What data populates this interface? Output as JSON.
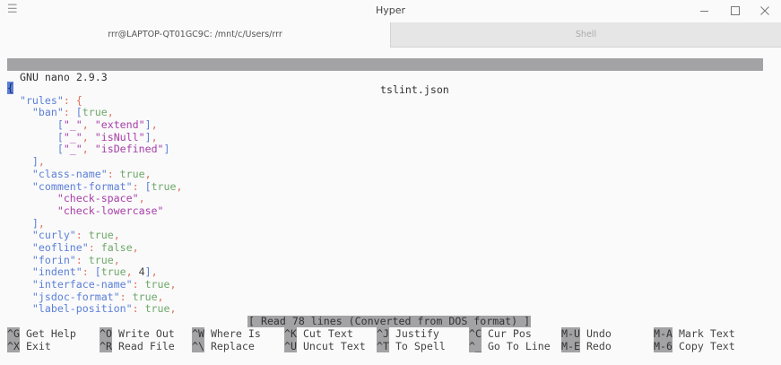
{
  "window": {
    "title": "Hyper",
    "menu_icon": "☰",
    "controls": {
      "minimize": "minimize",
      "maximize": "maximize",
      "close": "×"
    }
  },
  "tabs": [
    {
      "label": "rrr@LAPTOP-QT01GC9C: /mnt/c/Users/rrr",
      "active": true
    },
    {
      "label": "Shell",
      "active": false
    }
  ],
  "nano": {
    "version": "GNU nano 2.9.3",
    "filename": "tslint.json",
    "status_message": "[ Read 78 lines (Converted from DOS format) ]"
  },
  "code_lines": [
    "{",
    "  \"rules\": {",
    "    \"ban\": [true,",
    "        [\"_\", \"extend\"],",
    "        [\"_\", \"isNull\"],",
    "        [\"_\", \"isDefined\"]",
    "    ],",
    "    \"class-name\": true,",
    "    \"comment-format\": [true,",
    "        \"check-space\",",
    "        \"check-lowercase\"",
    "    ],",
    "    \"curly\": true,",
    "    \"eofline\": false,",
    "    \"forin\": true,",
    "    \"indent\": [true, 4],",
    "    \"interface-name\": true,",
    "    \"jsdoc-format\": true,",
    "    \"label-position\": true,"
  ],
  "shortcuts": [
    {
      "key": "^G",
      "label": "Get Help"
    },
    {
      "key": "^X",
      "label": "Exit"
    },
    {
      "key": "^O",
      "label": "Write Out"
    },
    {
      "key": "^R",
      "label": "Read File"
    },
    {
      "key": "^W",
      "label": "Where Is"
    },
    {
      "key": "^\\",
      "label": "Replace"
    },
    {
      "key": "^K",
      "label": "Cut Text"
    },
    {
      "key": "^U",
      "label": "Uncut Text"
    },
    {
      "key": "^J",
      "label": "Justify"
    },
    {
      "key": "^T",
      "label": "To Spell"
    },
    {
      "key": "^C",
      "label": "Cur Pos"
    },
    {
      "key": "^_",
      "label": "Go To Line"
    },
    {
      "key": "M-U",
      "label": "Undo"
    },
    {
      "key": "M-E",
      "label": "Redo"
    },
    {
      "key": "M-A",
      "label": "Mark Text"
    },
    {
      "key": "M-6",
      "label": "Copy Text"
    }
  ],
  "colors": {
    "key": "#5b7fd8",
    "punctuation": "#e0705a",
    "boolean": "#6ea86a",
    "string": "#a63ea8",
    "bar_bg": "#a3a3a6"
  }
}
